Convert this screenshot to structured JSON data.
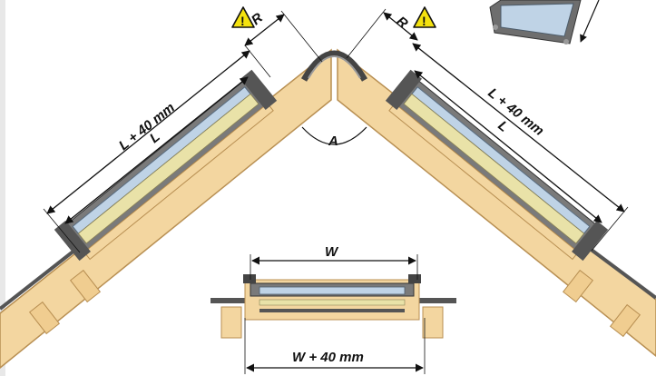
{
  "labels": {
    "angle": "A",
    "ridge_clearance_left": "R",
    "ridge_clearance_right": "R",
    "left_outer": "L + 40 mm",
    "left_inner": "L",
    "right_outer": "L + 40 mm",
    "right_inner": "L",
    "width_inner": "W",
    "width_outer": "W + 40 mm",
    "warning_left": "!",
    "warning_right": "!"
  },
  "icons": {
    "warning": "warning-triangle-icon",
    "window_thumbnail": "roof-window-icon"
  },
  "colors": {
    "timber": "#f3d6a0",
    "timber_edge": "#b88f52",
    "frame": "#686868",
    "glass": "#bfd3e6",
    "warning": "#f4e20f",
    "dimension": "#111111",
    "background": "#ffffff"
  }
}
